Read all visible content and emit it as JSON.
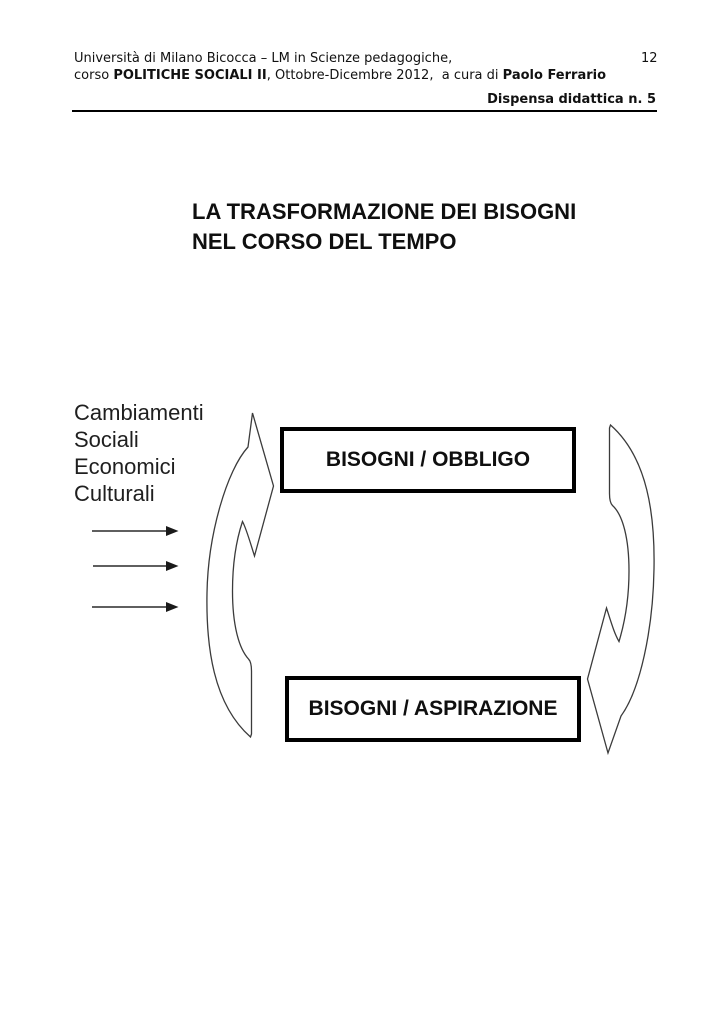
{
  "header": {
    "line1": "Università di Milano Bicocca – LM in Scienze pedagogiche,",
    "page_number": "12",
    "line2": [
      "corso ",
      "POLITICHE SOCIALI II",
      ", Ottobre-Dicembre 2012,  a cura di ",
      "Paolo Ferrario"
    ],
    "subheader": "Dispensa didattica n. 5"
  },
  "title": {
    "line1": "LA TRASFORMAZIONE DEI BISOGNI",
    "line2": "NEL CORSO DEL TEMPO"
  },
  "diagram": {
    "drivers_label": [
      "Cambiamenti",
      "Sociali",
      "Economici",
      "Culturali"
    ],
    "top_box": "BISOGNI / OBBLIGO",
    "bottom_box": "BISOGNI / ASPIRAZIONE",
    "colors": {
      "text": "#1a1a1a",
      "box_border": "#000000",
      "arrow_outline": "#3b3b3b",
      "small_arrow": "#2a2a2a"
    }
  }
}
